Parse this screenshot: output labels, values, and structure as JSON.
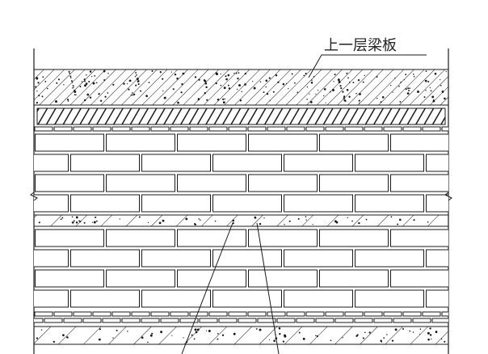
{
  "diagram": {
    "label": "上一层梁板",
    "colors": {
      "background": "#ffffff",
      "stroke": "#1a1a1a",
      "brick_fill": "#ffffff"
    },
    "layers_top_to_bottom": [
      "concrete-slab",
      "hatched-band",
      "small-brick-row",
      "brick-courses",
      "concrete-bond-beam",
      "brick-courses",
      "small-brick-rows",
      "concrete-base"
    ]
  }
}
